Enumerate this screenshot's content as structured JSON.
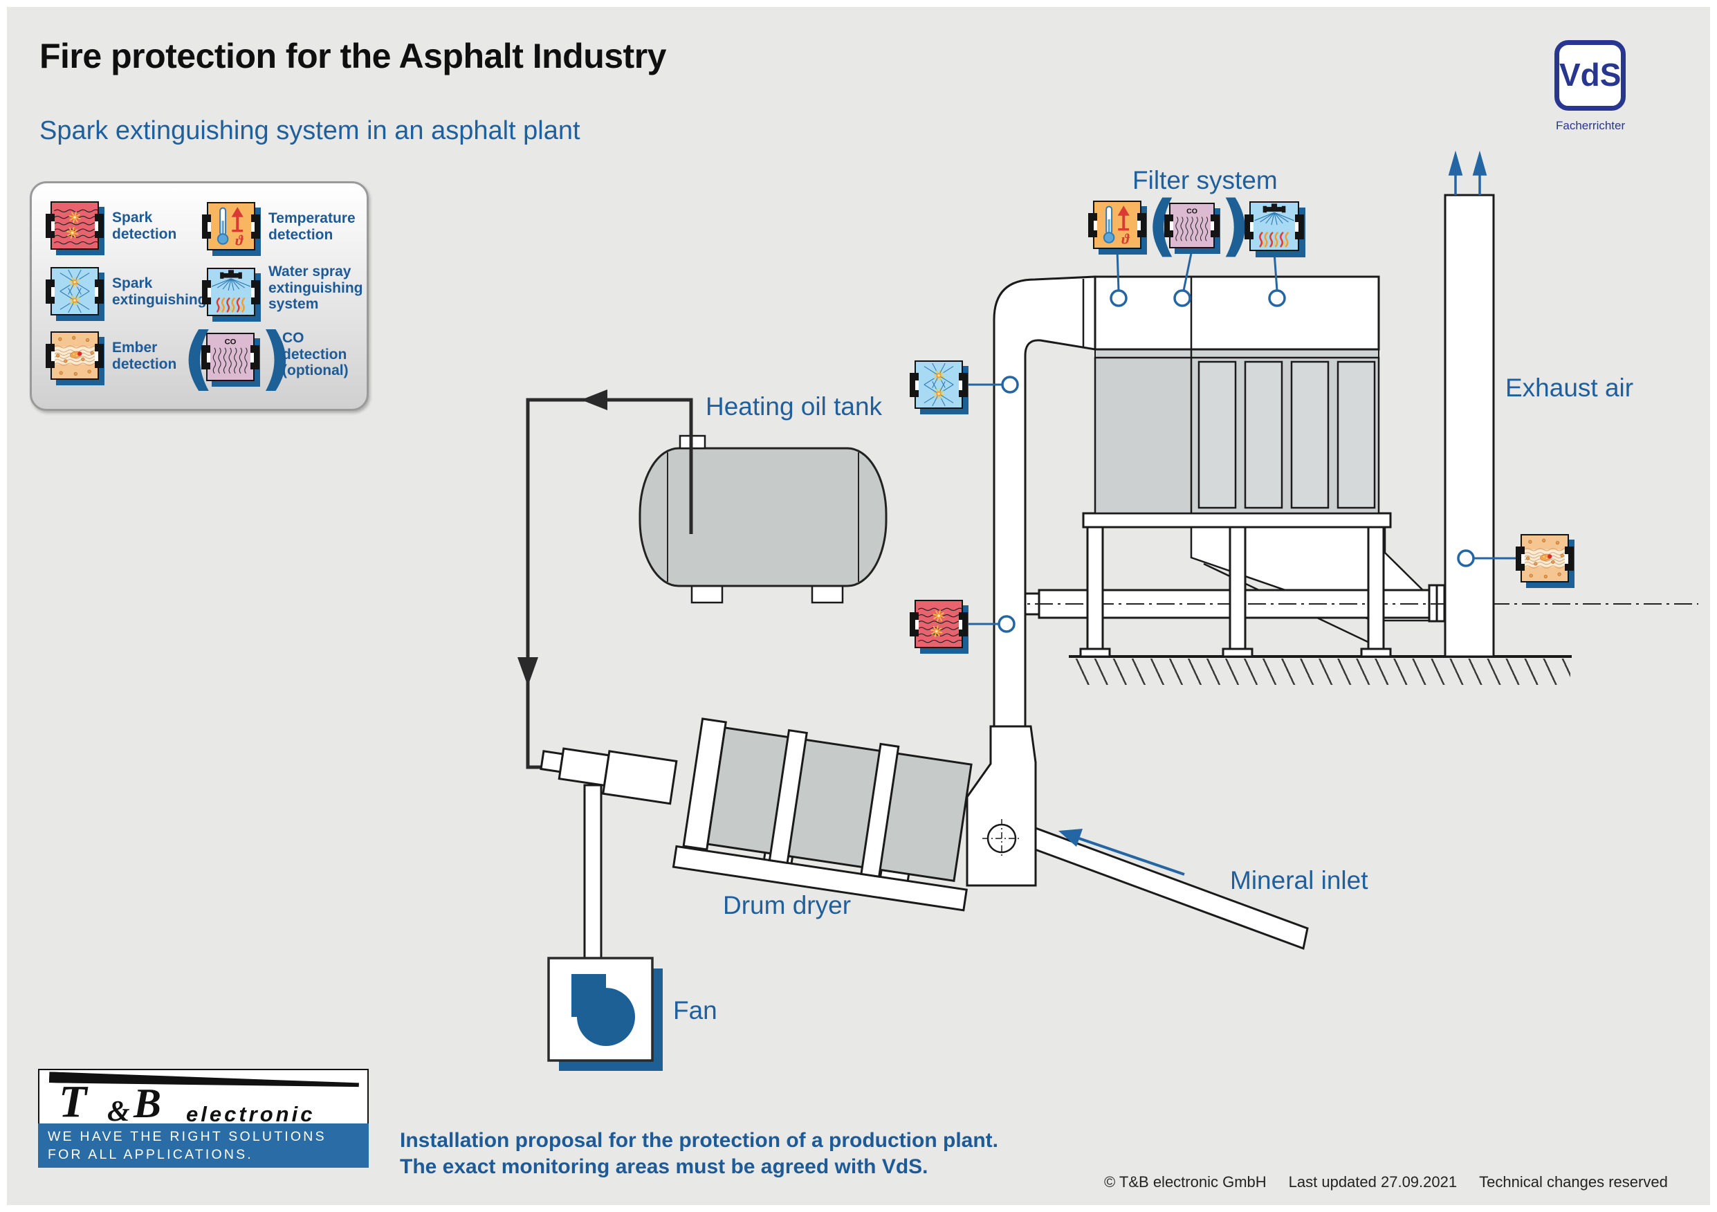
{
  "header": {
    "title": "Fire protection for the Asphalt Industry",
    "subtitle": "Spark extinguishing system in an asphalt plant"
  },
  "vds_badge": {
    "text": "VdS",
    "caption": "Facherrichter"
  },
  "legend": {
    "items": [
      {
        "icon": "spark-detection-icon",
        "label": "Spark detection"
      },
      {
        "icon": "temperature-detection-icon",
        "label": "Temperature detection"
      },
      {
        "icon": "spark-extinguishing-icon",
        "label": "Spark extinguishing"
      },
      {
        "icon": "water-spray-icon",
        "label": "Water spray extinguishing system"
      },
      {
        "icon": "ember-detection-icon",
        "label": "Ember detection"
      },
      {
        "icon": "co-detection-icon",
        "label": "CO detection (optional)"
      }
    ]
  },
  "icons": {
    "co_text": "CO",
    "theta": "ϑ",
    "paren_open": "(",
    "paren_close": ")"
  },
  "diagram": {
    "labels": {
      "filter_system": "Filter system",
      "heating_oil_tank": "Heating oil tank",
      "exhaust_air": "Exhaust air",
      "drum_dryer": "Drum dryer",
      "mineral_inlet": "Mineral inlet",
      "fan": "Fan"
    }
  },
  "footer": {
    "note_line1": "Installation proposal for the protection of a production plant.",
    "note_line2": "The exact monitoring areas must be agreed with VdS.",
    "copyright": "© T&B electronic GmbH",
    "updated": "Last updated 27.09.2021",
    "rights": "Technical changes reserved"
  },
  "tb_logo": {
    "t": "T",
    "amp": "&",
    "b": "B",
    "electronic": "electronic",
    "tagline_line1": "WE HAVE THE RIGHT SOLUTIONS",
    "tagline_line2": "FOR ALL APPLICATIONS."
  },
  "colors": {
    "accent_blue": "#1e5f9e",
    "connector_blue": "#2465a3",
    "shadow_blue": "#1d6096",
    "vds_blue": "#28368f",
    "tb_bar_blue": "#2a6da6",
    "spark_red": "#e8636e",
    "temp_orange": "#f9b660",
    "light_blue": "#a9daf3",
    "ember_tan": "#f5c692",
    "co_mauve": "#dcbad1",
    "machine_gray": "#c6cac9",
    "background_gray": "#e8e8e7"
  }
}
